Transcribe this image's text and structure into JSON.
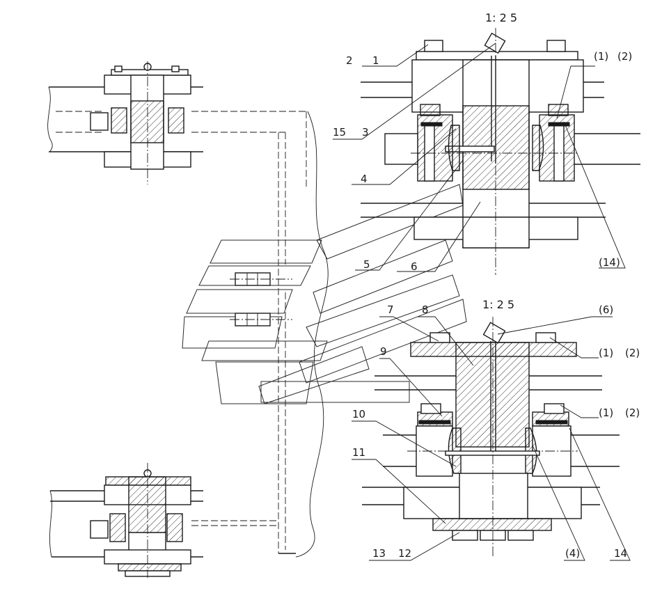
{
  "drawing": {
    "scale_top": "1: 2 5",
    "scale_bottom": "1: 2 5",
    "detail_a_labels": {
      "l2": "2",
      "l1": "1",
      "l1p": "(1)",
      "l2p": "(2)",
      "l15": "15",
      "l3": "3",
      "l4": "4",
      "l5": "5",
      "l6": "6",
      "l14p": "(14)"
    },
    "detail_b_labels": {
      "l7": "7",
      "l8": "8",
      "l6p": "(6)",
      "l1p_a": "(1)",
      "l2p_a": "(2)",
      "l9": "9",
      "l1p_b": "(1)",
      "l2p_b": "(2)",
      "l10": "10",
      "l11": "11",
      "l13": "13",
      "l12": "12",
      "l4p": "(4)",
      "l14": "14"
    },
    "colors": {
      "line": "#1a1a1a",
      "background": "#ffffff"
    },
    "icons": [
      "grease-fitting",
      "hex-bolt",
      "section-hatching"
    ]
  }
}
